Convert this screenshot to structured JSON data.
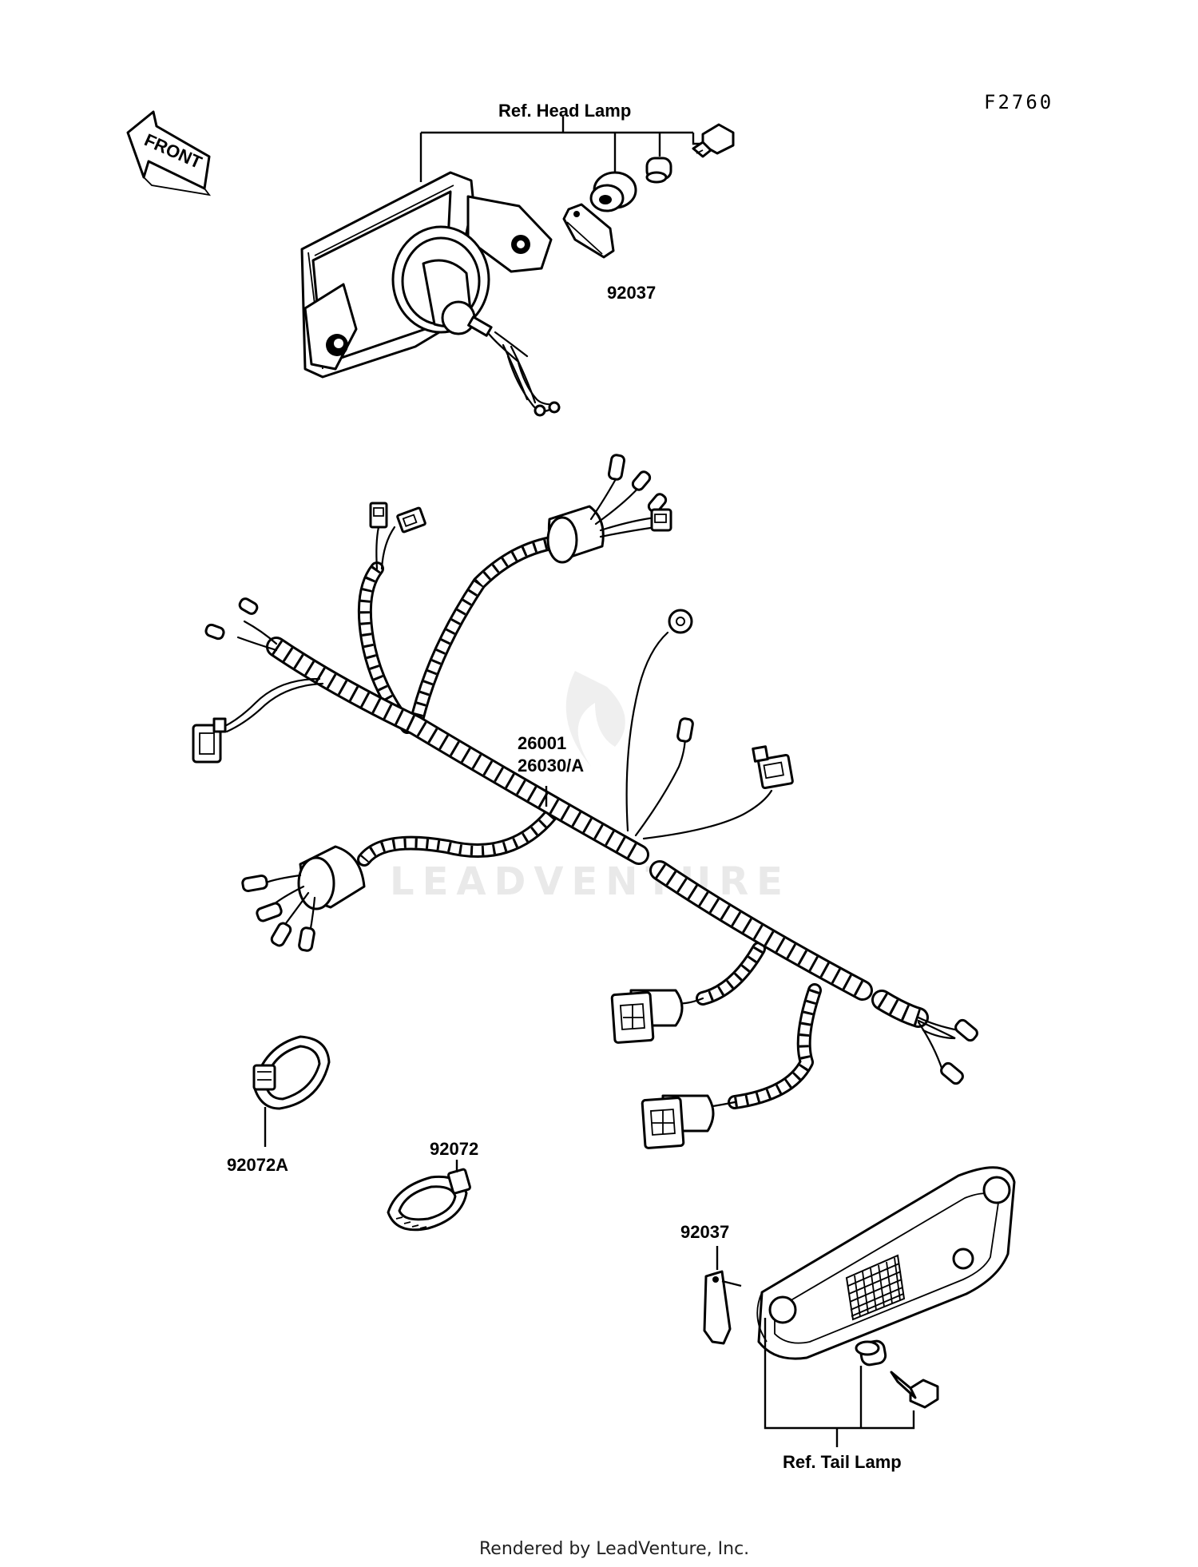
{
  "diagram": {
    "figure_code": "F2760",
    "front_label": "FRONT",
    "watermark": "LEADVENTURE",
    "footer": "Rendered by LeadVenture, Inc.",
    "labels": {
      "ref_head_lamp": "Ref. Head Lamp",
      "head_lamp_strap": "92037",
      "harness_1": "26001",
      "harness_2": "26030/A",
      "clamp_a": "92072A",
      "clamp": "92072",
      "tail_lamp_strap": "92037",
      "ref_tail_lamp": "Ref. Tail Lamp"
    }
  }
}
